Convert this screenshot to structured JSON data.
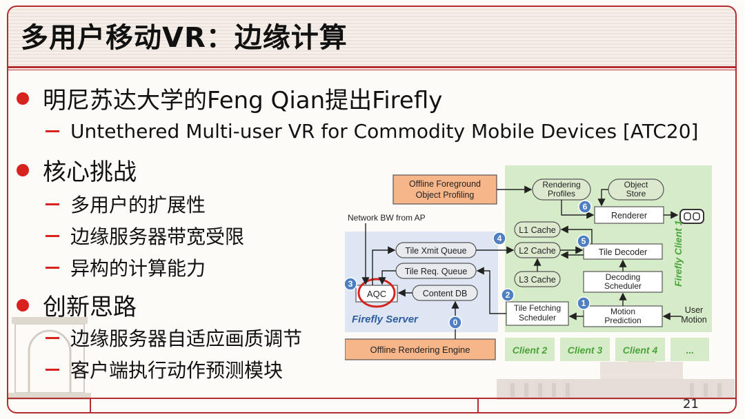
{
  "slide": {
    "title": "多用户移动VR：边缘计算",
    "page_number": "21"
  },
  "bullets": [
    {
      "text": "明尼苏达大学的Feng Qian提出Firefly",
      "children": [
        "Untethered Multi-user VR for Commodity Mobile Devices [ATC20]"
      ]
    },
    {
      "text": "核心挑战",
      "children": [
        "多用户的扩展性",
        "边缘服务器带宽受限",
        "异构的计算能力"
      ]
    },
    {
      "text": "创新思路",
      "children": [
        "边缘服务器自适应画质调节",
        "客户端执行动作预测模块"
      ]
    }
  ],
  "diagram": {
    "offline_foreground": "Offline Foreground Object Profiling",
    "rendering_profiles": "Rendering Profiles",
    "object_store": "Object Store",
    "renderer": "Renderer",
    "network_bw": "Network BW from AP",
    "l1_cache": "L1 Cache",
    "l2_cache": "L2 Cache",
    "l3_cache": "L3 Cache",
    "tile_xmit_queue": "Tile Xmit Queue",
    "tile_req_queue": "Tile Req. Queue",
    "tile_decoder": "Tile Decoder",
    "decoding_scheduler": "Decoding Scheduler",
    "aqc": "AQC",
    "content_db": "Content DB",
    "tile_fetching_scheduler": "Tile Fetching Scheduler",
    "motion_prediction": "Motion Prediction",
    "user_motion": "User Motion",
    "firefly_server": "Firefly Server",
    "firefly_client": "Firefly Client 1",
    "offline_rendering_engine": "Offline Rendering Engine",
    "clients": [
      "Client 2",
      "Client 3",
      "Client 4",
      "..."
    ],
    "steps": [
      "0",
      "1",
      "2",
      "3",
      "4",
      "5",
      "6"
    ],
    "colors": {
      "server_bg": "#dde6f2",
      "client_bg": "#d6ebc8",
      "orange_box": "#f7b58a",
      "node_fill": "#dce9cf",
      "step_circle": "#4f7fc3",
      "accent_red": "#d7221e",
      "client_text": "#4aa33a"
    }
  }
}
